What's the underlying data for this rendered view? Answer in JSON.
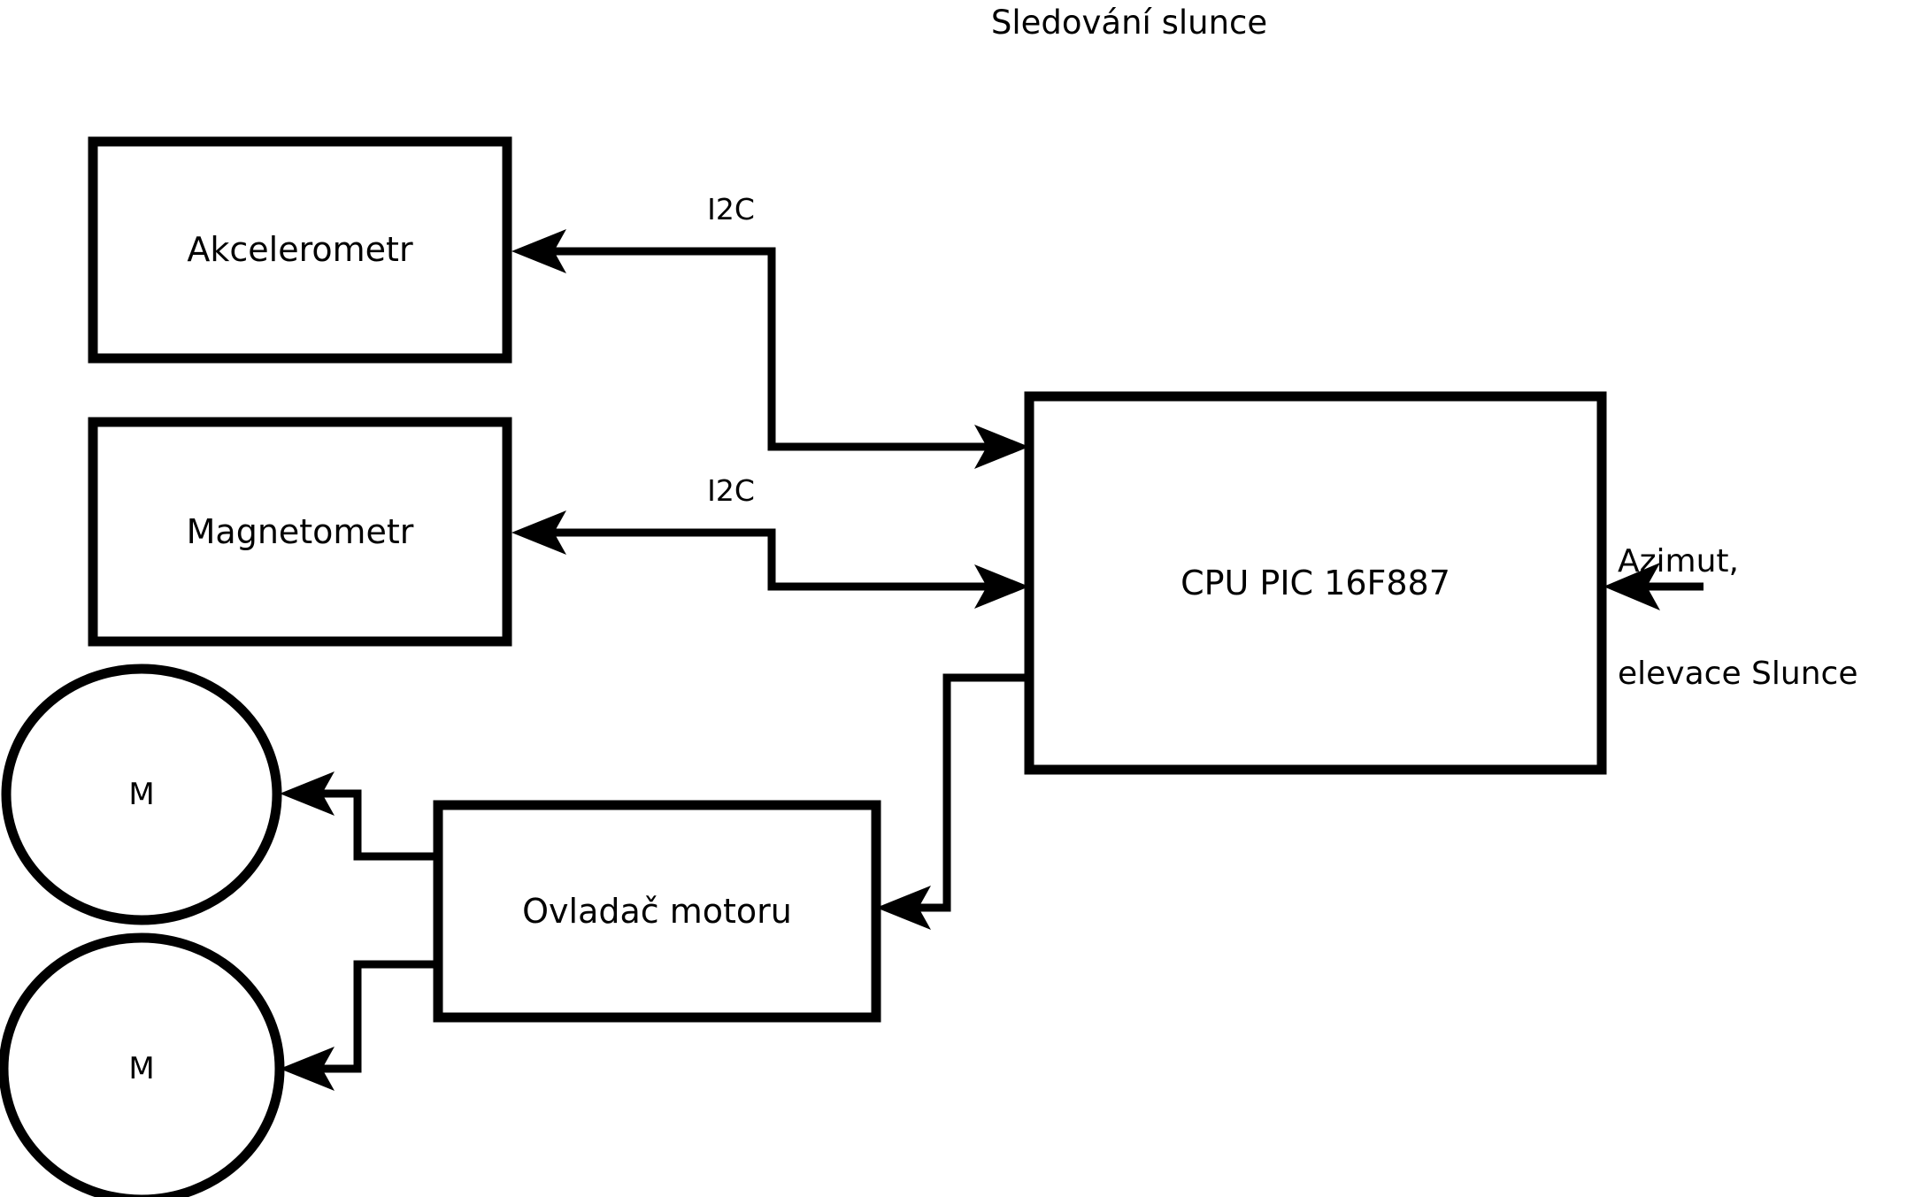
{
  "title": "Sledování slunce",
  "blocks": [
    {
      "id": "akcelerometr",
      "label": "Akcelerometr",
      "shape": "rect"
    },
    {
      "id": "magnetometr",
      "label": "Magnetometr",
      "shape": "rect"
    },
    {
      "id": "cpu",
      "label": "CPU PIC 16F887",
      "shape": "rect"
    },
    {
      "id": "ovladac-motoru",
      "label": "Ovladač motoru",
      "shape": "rect"
    },
    {
      "id": "motor-top",
      "label": "M",
      "shape": "circle"
    },
    {
      "id": "motor-bottom",
      "label": "M",
      "shape": "circle"
    }
  ],
  "connections": [
    {
      "id": "akcelerometr-i2c",
      "label": "I2C",
      "from": "cpu",
      "to": "akcelerometr"
    },
    {
      "id": "magnetometr-i2c",
      "label": "I2C",
      "from": "cpu",
      "to": "magnetometr"
    },
    {
      "id": "cpu-to-driver",
      "label": "",
      "from": "cpu",
      "to": "ovladac-motoru"
    },
    {
      "id": "driver-to-motor-top",
      "label": "",
      "from": "ovladac-motoru",
      "to": "motor-top"
    },
    {
      "id": "driver-to-motor-bottom",
      "label": "",
      "from": "ovladac-motoru",
      "to": "motor-bottom"
    }
  ],
  "external_input": {
    "line1": "Azimut,",
    "line2": "elevace Slunce"
  },
  "colors": {
    "stroke": "#000000",
    "fill": "#ffffff",
    "background": "#ffffff"
  }
}
